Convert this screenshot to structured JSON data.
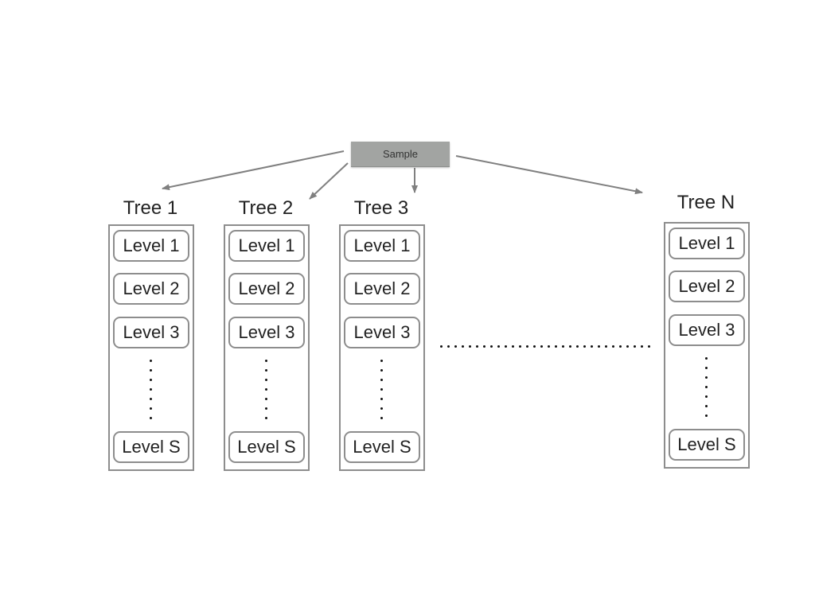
{
  "sample": {
    "label": "Sample"
  },
  "trees": [
    {
      "title": "Tree 1",
      "levels": [
        "Level 1",
        "Level 2",
        "Level 3",
        "Level S"
      ]
    },
    {
      "title": "Tree 2",
      "levels": [
        "Level 1",
        "Level 2",
        "Level 3",
        "Level S"
      ]
    },
    {
      "title": "Tree 3",
      "levels": [
        "Level 1",
        "Level 2",
        "Level 3",
        "Level S"
      ]
    },
    {
      "title": "Tree N",
      "levels": [
        "Level 1",
        "Level 2",
        "Level 3",
        "Level S"
      ]
    }
  ],
  "colors": {
    "sample_fill": "#a2a4a2",
    "border": "#8d8d8d",
    "arrow": "#808080",
    "text": "#222222"
  }
}
